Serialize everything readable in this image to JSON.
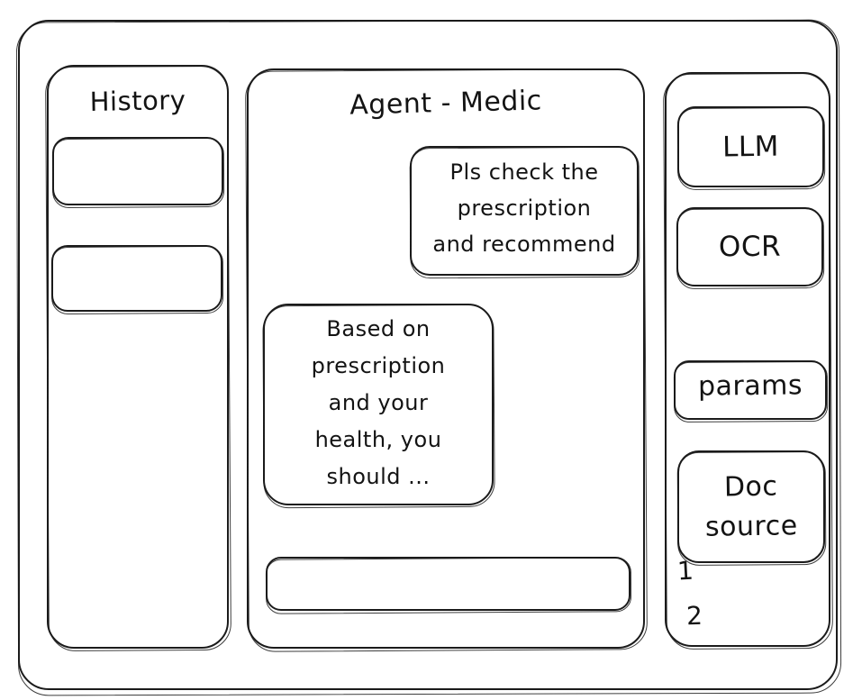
{
  "window": {
    "name": "agent-ui-wireframe"
  },
  "history": {
    "title": "History",
    "items": [
      {
        "label": ""
      },
      {
        "label": ""
      }
    ]
  },
  "main": {
    "title": "Agent - Medic",
    "messages": [
      {
        "role": "user",
        "text": "Pls check the\nprescription\nand recommend"
      },
      {
        "role": "agent",
        "text": "Based on\nprescription\nand your\nhealth, you\nshould ..."
      }
    ],
    "input": {
      "value": "",
      "placeholder": ""
    }
  },
  "tools": {
    "buttons": [
      {
        "label": "LLM"
      },
      {
        "label": "OCR"
      },
      {
        "label": "params"
      },
      {
        "label": "Doc\nsource"
      }
    ],
    "doc_list": [
      {
        "label": "1"
      },
      {
        "label": "2"
      }
    ]
  },
  "style": {
    "stroke": "#1b1b1b",
    "background": "#ffffff"
  }
}
